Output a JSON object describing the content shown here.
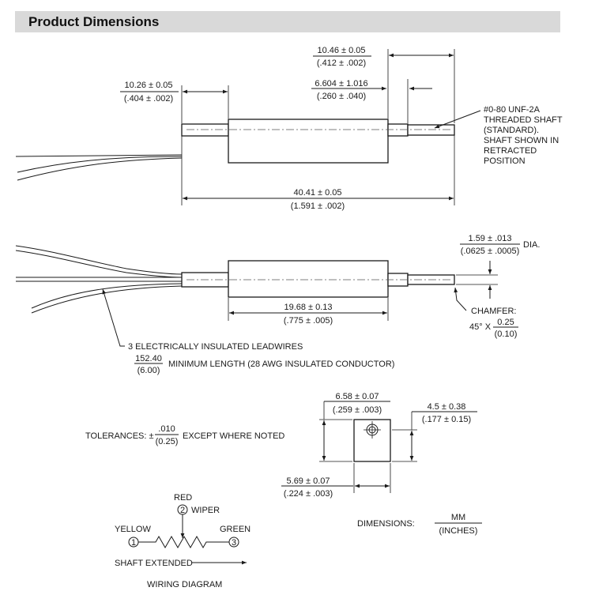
{
  "header": {
    "title": "Product Dimensions"
  },
  "top_view": {
    "dim_overall_mm": "40.41 ± 0.05",
    "dim_overall_in": "(1.591 ± .002)",
    "dim_left_mm": "10.26 ± 0.05",
    "dim_left_in": "(.404 ± .002)",
    "dim_right_mm": "10.46 ± 0.05",
    "dim_right_in": "(.412 ± .002)",
    "dim_travel_mm": "6.604 ± 1.016",
    "dim_travel_in": "(.260 ± .040)",
    "shaft_note": [
      "#0-80 UNF-2A",
      "THREADED SHAFT",
      "(STANDARD).",
      "SHAFT SHOWN IN",
      "RETRACTED",
      "POSITION"
    ]
  },
  "side_view": {
    "dia_mm": "1.59 ± .013",
    "dia_in": "(.0625 ± .0005)",
    "dia_suffix": "DIA.",
    "body_mm": "19.68 ± 0.13",
    "body_in": "(.775 ± .005)",
    "chamfer_label": "CHAMFER:",
    "chamfer_angle": "45° X",
    "chamfer_mm": "0.25",
    "chamfer_in": "(0.10)",
    "leadwires_label": "3 ELECTRICALLY INSULATED LEADWIRES",
    "lead_len_mm": "152.40",
    "lead_len_in": "(6.00)",
    "lead_len_text": "MINIMUM LENGTH (28 AWG INSULATED CONDUCTOR)"
  },
  "end_view": {
    "width_mm": "6.58 ± 0.07",
    "width_in": "(.259 ± .003)",
    "offset_mm": "4.5 ± 0.38",
    "offset_in": "(.177 ± 0.15)",
    "height_mm": "5.69 ± 0.07",
    "height_in": "(.224 ± .003)"
  },
  "tolerances": {
    "prefix": "TOLERANCES: ±",
    "num": ".010",
    "den": "(0.25)",
    "suffix": "EXCEPT WHERE NOTED"
  },
  "wiring": {
    "red": "RED",
    "wiper_num": "2",
    "wiper": "WIPER",
    "yellow": "YELLOW",
    "green": "GREEN",
    "pin1": "1",
    "pin3": "3",
    "shaft_extended": "SHAFT EXTENDED",
    "caption": "WIRING DIAGRAM"
  },
  "units_legend": {
    "label": "DIMENSIONS:",
    "num": "MM",
    "den": "(INCHES)"
  }
}
